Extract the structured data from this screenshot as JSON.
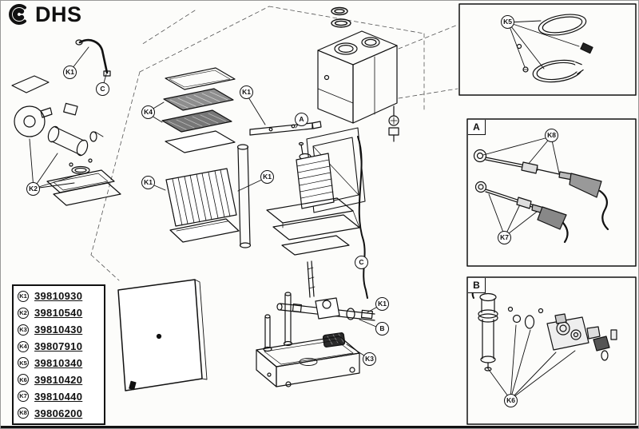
{
  "logo": {
    "text": "DHS"
  },
  "parts_list": {
    "items": [
      {
        "key": "K1",
        "number": "39810930"
      },
      {
        "key": "K2",
        "number": "39810540"
      },
      {
        "key": "K3",
        "number": "39810430"
      },
      {
        "key": "K4",
        "number": "39807910"
      },
      {
        "key": "K5",
        "number": "39810340"
      },
      {
        "key": "K6",
        "number": "39810420"
      },
      {
        "key": "K7",
        "number": "39810440"
      },
      {
        "key": "K8",
        "number": "39806200"
      }
    ]
  },
  "callout_labels": {
    "K1": "K1",
    "K2": "K2",
    "K3": "K3",
    "K4": "K4",
    "K5": "K5",
    "K6": "K6",
    "K7": "K7",
    "K8": "K8",
    "A": "A",
    "B": "B",
    "C": "C"
  }
}
